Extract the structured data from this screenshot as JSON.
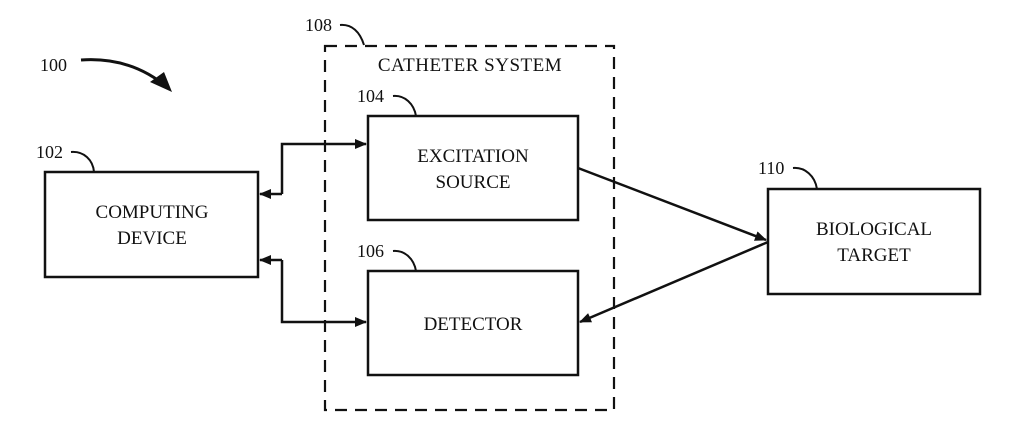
{
  "figure": {
    "reference": "100",
    "colors": {
      "stroke": "#111111",
      "background": "#ffffff"
    }
  },
  "catheter_system": {
    "reference": "108",
    "title": "CATHETER SYSTEM"
  },
  "blocks": {
    "computing_device": {
      "reference": "102",
      "lines": [
        "COMPUTING",
        "DEVICE"
      ]
    },
    "excitation_source": {
      "reference": "104",
      "lines": [
        "EXCITATION",
        "SOURCE"
      ]
    },
    "detector": {
      "reference": "106",
      "lines": [
        "DETECTOR"
      ]
    },
    "biological_target": {
      "reference": "110",
      "lines": [
        "BIOLOGICAL",
        "TARGET"
      ]
    }
  },
  "connections": [
    {
      "from": "computing_device",
      "to": "excitation_source",
      "direction": "bidirectional"
    },
    {
      "from": "computing_device",
      "to": "detector",
      "direction": "bidirectional"
    },
    {
      "from": "excitation_source",
      "to": "biological_target",
      "direction": "forward"
    },
    {
      "from": "biological_target",
      "to": "detector",
      "direction": "forward"
    }
  ]
}
